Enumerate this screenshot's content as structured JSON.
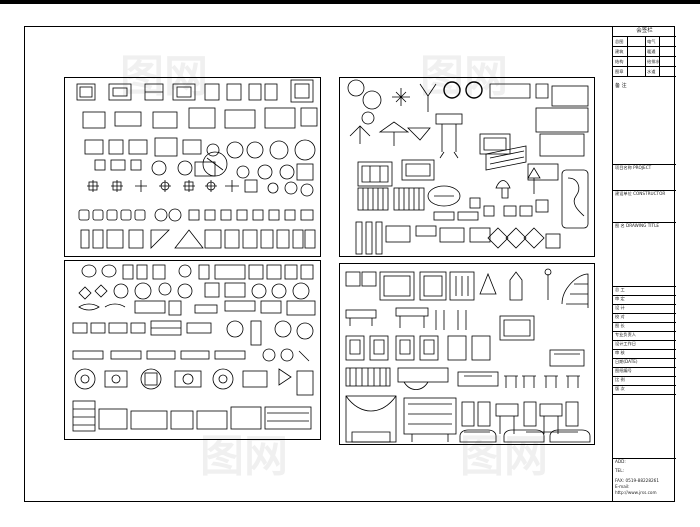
{
  "titleblock": {
    "header": "会签栏",
    "grid": [
      [
        "总图",
        "电气"
      ],
      [
        "建筑",
        "暖通"
      ],
      [
        "结构",
        "给排水"
      ],
      [
        "图章",
        "水道"
      ]
    ],
    "remark": "备 注",
    "rows": [
      {
        "label": "项目名称 PROJECT"
      },
      {
        "label": "建设单位 CONSTRUCTOR"
      },
      {
        "label": "图  名 DRAWING TITLE"
      },
      {
        "label": "总 工"
      },
      {
        "label": "审 定"
      },
      {
        "label": "设 计"
      },
      {
        "label": "校 对"
      },
      {
        "label": "图 长"
      },
      {
        "label": "专业负责人"
      },
      {
        "label": "设计工作日"
      },
      {
        "label": "审 核"
      },
      {
        "label": "日期(DATE)"
      },
      {
        "label": "图纸编号"
      },
      {
        "label": "比 例"
      },
      {
        "label": "版 次"
      }
    ],
    "add_label": "ADD:",
    "tel_label": "TEL:",
    "fax_label": "FAX: 0519-88228261",
    "email_label": "E-mail:",
    "web_label": "http://www.jrss.com"
  },
  "watermark": "图网",
  "panels": [
    {
      "name": "panel-top-left",
      "theme": "furniture-plan-blocks"
    },
    {
      "name": "panel-top-right",
      "theme": "plants-and-decor-blocks"
    },
    {
      "name": "panel-bottom-left",
      "theme": "tables-seating-blocks"
    },
    {
      "name": "panel-bottom-right",
      "theme": "elevation-furniture-blocks"
    }
  ]
}
